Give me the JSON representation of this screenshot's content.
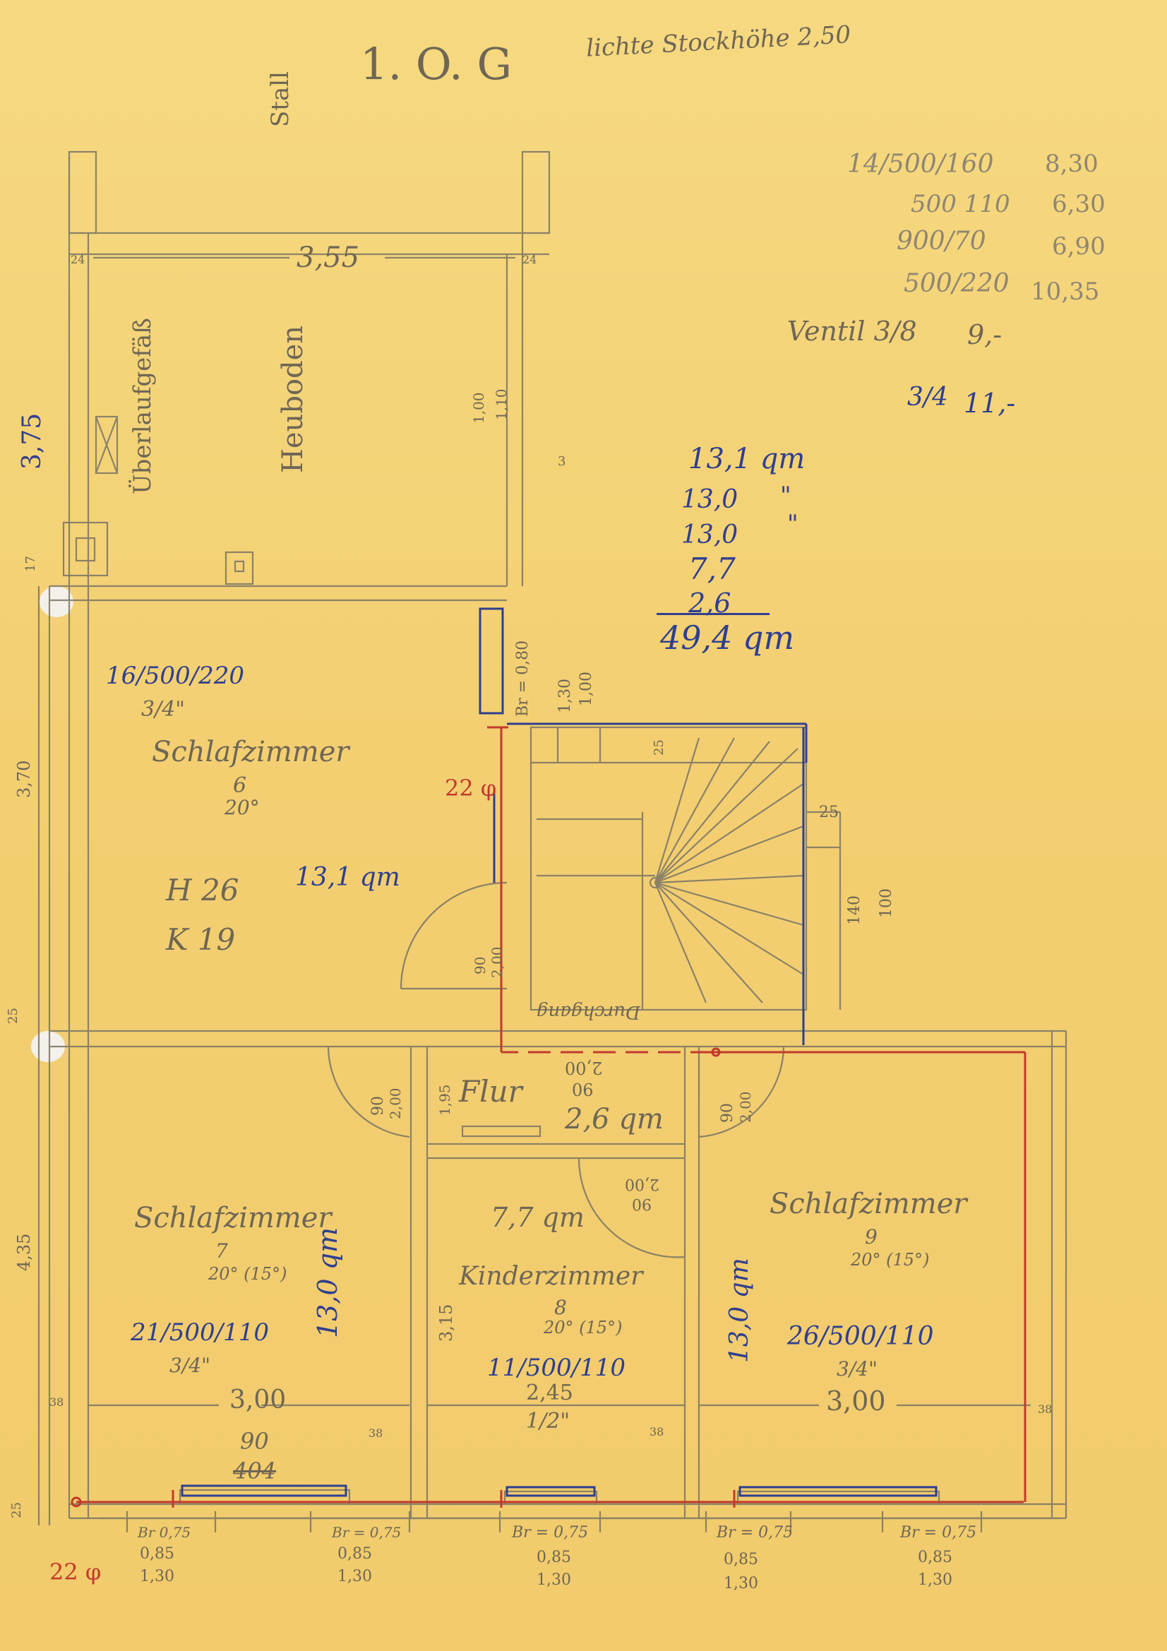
{
  "plan": {
    "title": "1. O. G",
    "ceiling_height_note": "lichte Stockhöhe 2,50",
    "rooms": {
      "stall": "Stall",
      "heuboden": "Heuboden",
      "overflow_tank": "Überlaufgefäß",
      "schlafzimmer_top": {
        "name": "Schlafzimmer",
        "num": "6",
        "temp": "20°",
        "radiator": "16/500/220",
        "pipe": "3/4\"",
        "area": "13,1 qm",
        "h": "H 26",
        "k": "K 19"
      },
      "flur": {
        "name": "Flur",
        "area": "2,6 qm",
        "door": "90",
        "door_h": "2,00"
      },
      "durchgang": "Durchgang",
      "schlafzimmer_left": {
        "name": "Schlafzimmer",
        "num": "7",
        "temp": "20° (15°)",
        "radiator": "21/500/110",
        "pipe": "3/4\"",
        "area": "13,0 qm",
        "width": "3,00",
        "old_a": "90",
        "old_b": "404"
      },
      "kinderzimmer": {
        "name": "Kinderzimmer",
        "num": "8",
        "temp": "20° (15°)",
        "radiator": "11/500/110",
        "pipe": "1/2\"",
        "area": "7,7 qm",
        "width": "2,45"
      },
      "schlafzimmer_right": {
        "name": "Schlafzimmer",
        "num": "9",
        "temp": "20° (15°)",
        "radiator": "26/500/110",
        "pipe": "3/4\"",
        "area": "13,0 qm",
        "width": "3,00"
      }
    },
    "dimensions": {
      "top_width": "3,55",
      "wall_24a": "24",
      "wall_24b": "24",
      "d_375": "3,75",
      "d_370": "3,70",
      "d_435": "4,35",
      "d_315": "3,15",
      "d_17": "17",
      "d_25": "25",
      "d_25b": "25",
      "d_25c": "25",
      "d_38a": "38",
      "d_38b": "38",
      "d_38c": "38",
      "d_38d": "38",
      "door_100": "1,00",
      "door_130": "1,30",
      "br_080": "Br = 0,80",
      "d_100_stair": "100",
      "d_140_stair": "140",
      "d_90_200a": "90",
      "d_200a": "2,00",
      "d_90_200b": "90",
      "d_200b": "2,00",
      "d_90_200c": "90",
      "d_200c": "2,00",
      "d_90_200d": "90",
      "d_200d": "2,00",
      "d_195": "1,95",
      "d_90_flur": "90",
      "d_200_flur": "2,00",
      "d_100_top": "1,00",
      "d_110_top": "1,10",
      "d_3": "3",
      "pipe_red": "22 φ",
      "pipe_red_bottom": "22 φ"
    },
    "windows": [
      {
        "br": "Br 0,75",
        "a": "0,85",
        "b": "1,30"
      },
      {
        "br": "Br = 0,75",
        "a": "0,85",
        "b": "1,30"
      },
      {
        "br": "Br = 0,75",
        "a": "0,85",
        "b": "1,30"
      },
      {
        "br": "Br = 0,75",
        "a": "0,85",
        "b": "1,30"
      },
      {
        "br": "Br = 0,75",
        "a": "0,85",
        "b": "1,30"
      }
    ],
    "area_sum": {
      "l1": "13,1 qm",
      "l2": "13,0",
      "l2b": "\"",
      "l3": "13,0",
      "l3b": "\"",
      "l4": "7,7",
      "l5": "2,6",
      "total": "49,4 qm"
    },
    "price_list": [
      {
        "item": "14/500/160",
        "price": "8,30"
      },
      {
        "item": "500 110",
        "price": "6,30"
      },
      {
        "item": "900/70",
        "price": "6,90"
      },
      {
        "item": "500/220",
        "price": "10,35"
      }
    ],
    "valve": {
      "label": "Ventil 3/8",
      "price1": "9,-",
      "size2": "3/4",
      "price2": "11,-"
    }
  }
}
